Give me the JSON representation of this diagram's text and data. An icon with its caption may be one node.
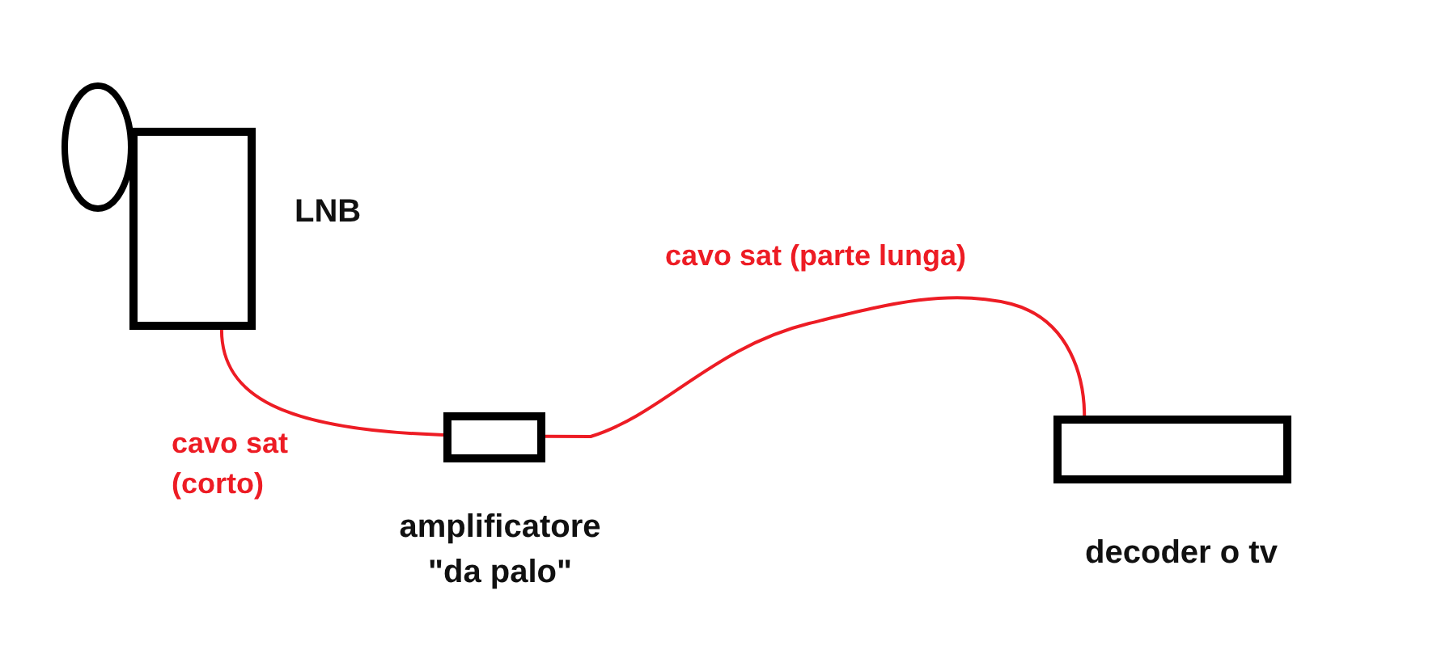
{
  "diagram": {
    "nodes": [
      {
        "text": [],
        "shape": "circle"
      },
      {
        "text": [],
        "shape": "box",
        "beside": [
          "LNB"
        ]
      },
      {
        "text": [],
        "shape": "box",
        "beside": [
          "amplificatore \"da palo\""
        ]
      },
      {
        "text": [],
        "shape": "box",
        "beside": [
          "decoder o tv"
        ]
      }
    ],
    "edges": [
      {
        "from": 1,
        "to": 2,
        "arrow": "none",
        "label": "cavo sat (corto)"
      },
      {
        "from": 2,
        "to": 3,
        "arrow": "none",
        "label": "cavo sat (parte lunga)"
      }
    ]
  }
}
